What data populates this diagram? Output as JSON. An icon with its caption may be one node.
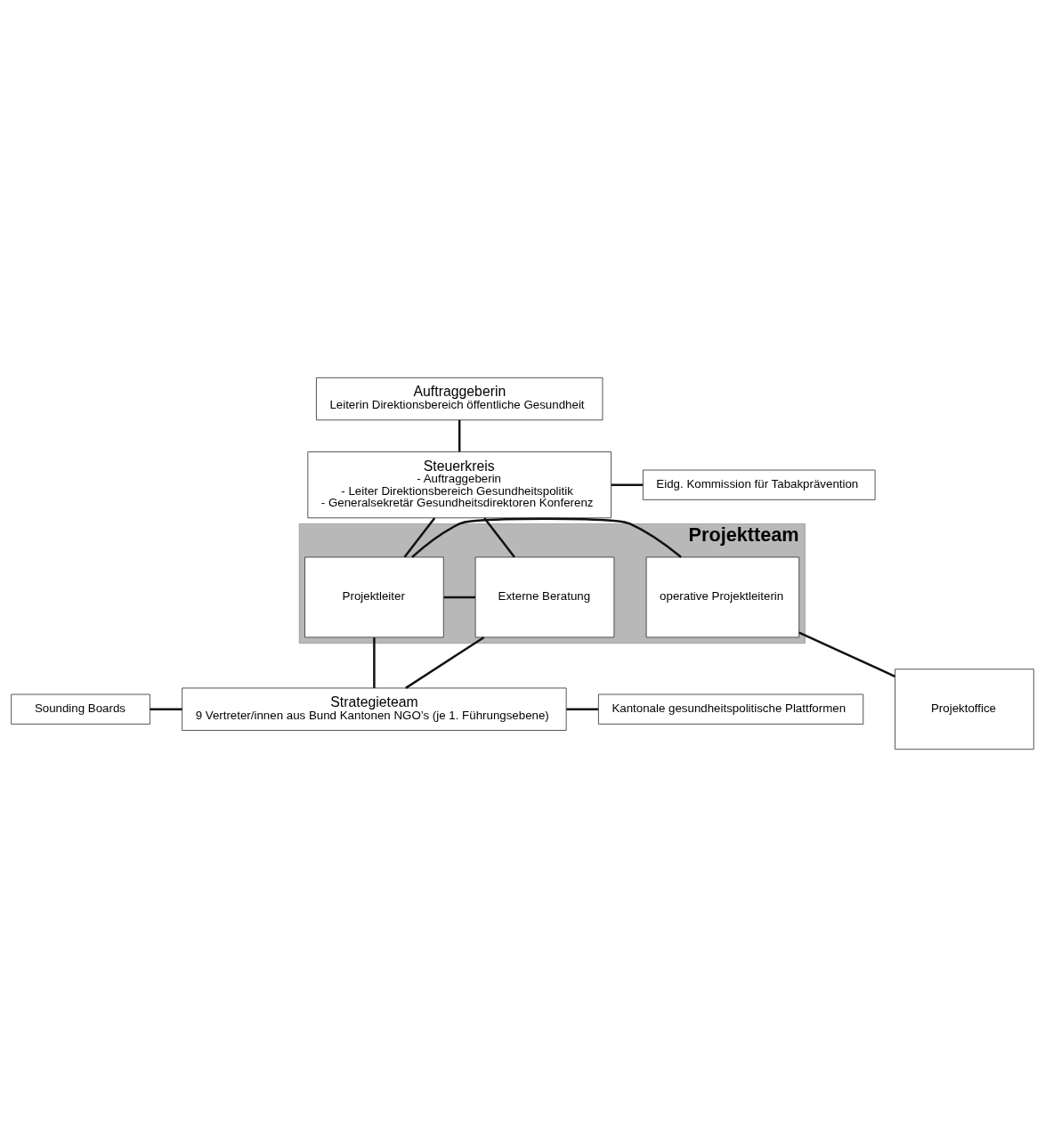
{
  "diagram": {
    "nodes": [
      {
        "text": [
          "Auftraggeberin",
          "Leiterin Direktionsbereich öffentliche Gesundheit"
        ]
      },
      {
        "text": [
          "Steuerkreis",
          "- Auftraggeberin",
          "- Leiter Direktionsbereich Gesundheitspolitik",
          "- Generalsekretär Gesundheitsdirektoren Konferenz"
        ]
      },
      {
        "text": [
          "Eidg. Kommission für Tabakprävention"
        ]
      },
      {
        "text": [
          "Projektteam"
        ]
      },
      {
        "text": [
          "Externe Beratung"
        ],
        "in": 3
      },
      {
        "text": [
          "Projektleiter"
        ],
        "in": 3
      },
      {
        "text": [
          "operative Projektleiterin"
        ],
        "in": 3
      },
      {
        "text": [
          "Projektoffice"
        ]
      },
      {
        "text": [
          "Strategieteam",
          "9 Vertreter/innen aus Bund Kantonen NGO’s (je 1. Führungsebene)"
        ]
      },
      {
        "text": [
          "Sounding Boards"
        ]
      },
      {
        "text": [
          "Kantonale gesundheitspolitische Plattformen"
        ]
      }
    ],
    "edges": [
      {
        "from": 0,
        "to": 1,
        "arrow": "none"
      },
      {
        "from": 1,
        "to": 2,
        "arrow": "none"
      },
      {
        "from": 1,
        "to": 5,
        "arrow": "none"
      },
      {
        "from": 4,
        "to": 1,
        "arrow": "none"
      },
      {
        "from": 4,
        "to": 5,
        "arrow": "none"
      },
      {
        "from": 5,
        "to": 6,
        "arrow": "none"
      },
      {
        "from": 6,
        "to": 7,
        "arrow": "none"
      },
      {
        "from": 5,
        "to": 8,
        "arrow": "none"
      },
      {
        "from": 4,
        "to": 8,
        "arrow": "none"
      },
      {
        "from": 9,
        "to": 8,
        "arrow": "none"
      },
      {
        "from": 8,
        "to": 10,
        "arrow": "none"
      }
    ]
  }
}
